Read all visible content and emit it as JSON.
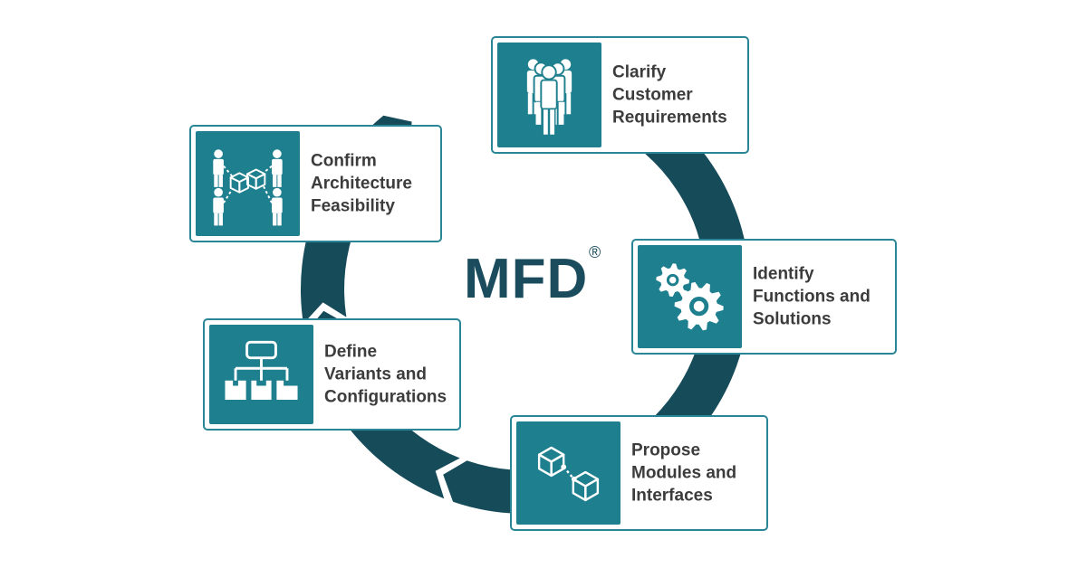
{
  "diagram": {
    "title": "MFD",
    "registered_mark": "®",
    "colors": {
      "ring": "#164b5a",
      "card_border": "#2a8596",
      "icon_bg": "#1e7f8f",
      "text": "#3c3c3c",
      "title": "#1a4c5e"
    },
    "steps": [
      {
        "label": "Clarify\nCustomer\nRequirements",
        "icon": "people-group-icon"
      },
      {
        "label": "Identify\nFunctions and\nSolutions",
        "icon": "gears-icon"
      },
      {
        "label": "Propose\nModules and\nInterfaces",
        "icon": "linked-cubes-icon"
      },
      {
        "label": "Define\nVariants and\nConfigurations",
        "icon": "hierarchy-tree-icon"
      },
      {
        "label": "Confirm\nArchitecture\nFeasibility",
        "icon": "architecture-network-icon"
      }
    ]
  }
}
